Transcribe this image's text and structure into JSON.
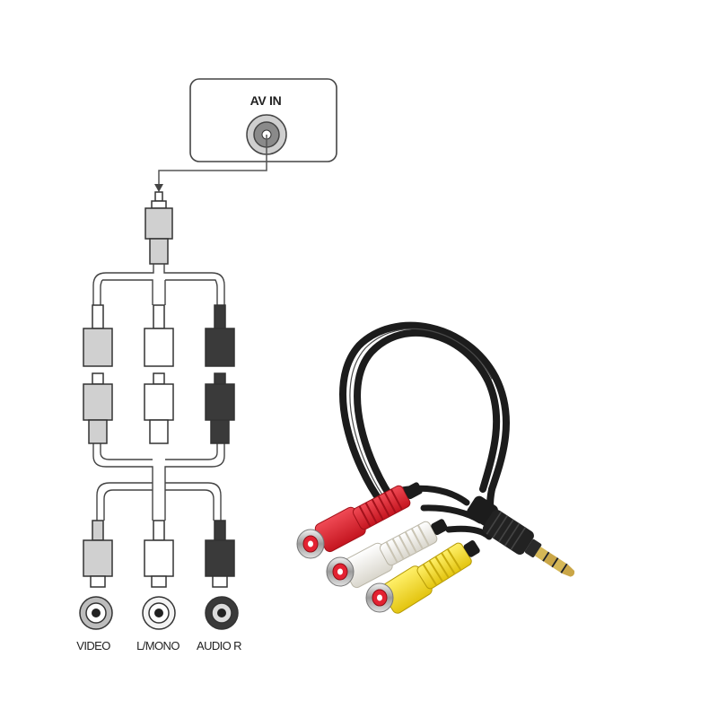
{
  "tv_panel": {
    "label": "AV IN"
  },
  "jacks": [
    {
      "label": "VIDEO",
      "tone": "gray"
    },
    {
      "label": "L/MONO",
      "tone": "white"
    },
    {
      "label": "AUDIO R",
      "tone": "dark"
    }
  ],
  "colors": {
    "plug_gray": "#d0d0d0",
    "plug_white": "#ffffff",
    "plug_dark": "#3a3a3a",
    "outline": "#333333",
    "rca_red": "#e32232",
    "rca_white": "#f4f2ec",
    "rca_yellow": "#f5e12a",
    "cable_black": "#1c1c1c",
    "jack_gold": "#c7a648"
  }
}
